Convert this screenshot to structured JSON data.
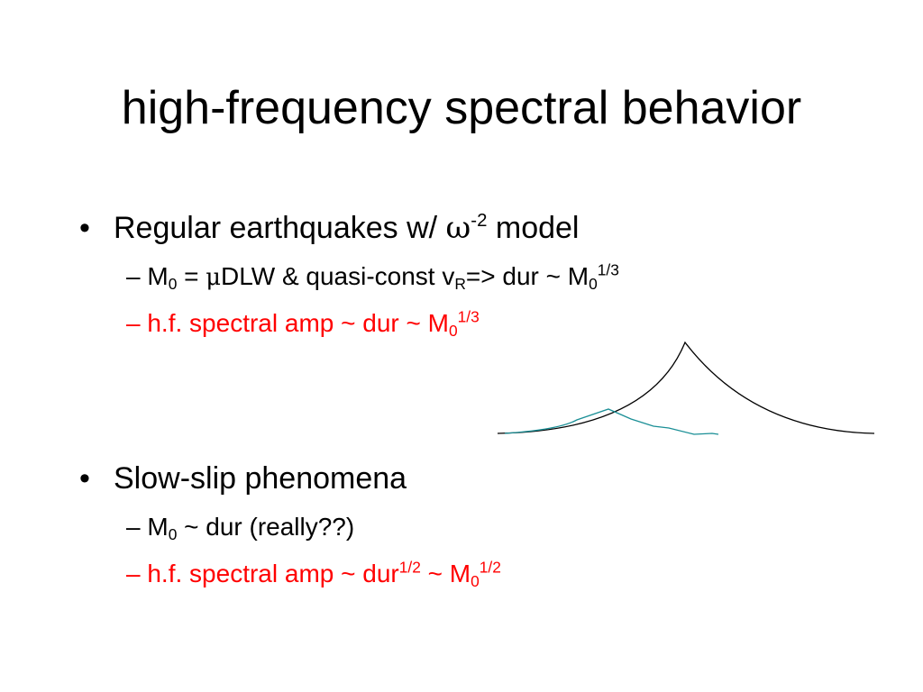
{
  "slide": {
    "title": "high-frequency spectral behavior",
    "bullet_char": "•",
    "dash": "– ",
    "section1": {
      "heading_pre": "Regular earthquakes w/ ",
      "omega": "ω",
      "omega_exp": "-2",
      "heading_post": " model",
      "line1": {
        "m": "M",
        "m_sub": "0",
        "eq": " = ",
        "mu": "μ",
        "mid": "DLW  & quasi-const v",
        "v_sub": "R",
        "tail": "=> dur ~ M",
        "m2_sub": "0",
        "exp": "1/3"
      },
      "line2": {
        "pre": "h.f. spectral amp ~ dur ~ M",
        "m_sub": "0",
        "exp": "1/3"
      }
    },
    "section2": {
      "heading": "Slow-slip phenomena",
      "line1": {
        "m": "M",
        "m_sub": "0",
        "tail": " ~ dur (really??)"
      },
      "line2": {
        "pre": "h.f. spectral amp ~ dur",
        "dur_exp": "1/2",
        "mid": " ~ M",
        "m_sub": "0",
        "exp": "1/2"
      }
    },
    "colors": {
      "text": "#000000",
      "highlight": "#ff0000",
      "curve_black": "#000000",
      "curve_teal": "#1a8f96"
    }
  }
}
